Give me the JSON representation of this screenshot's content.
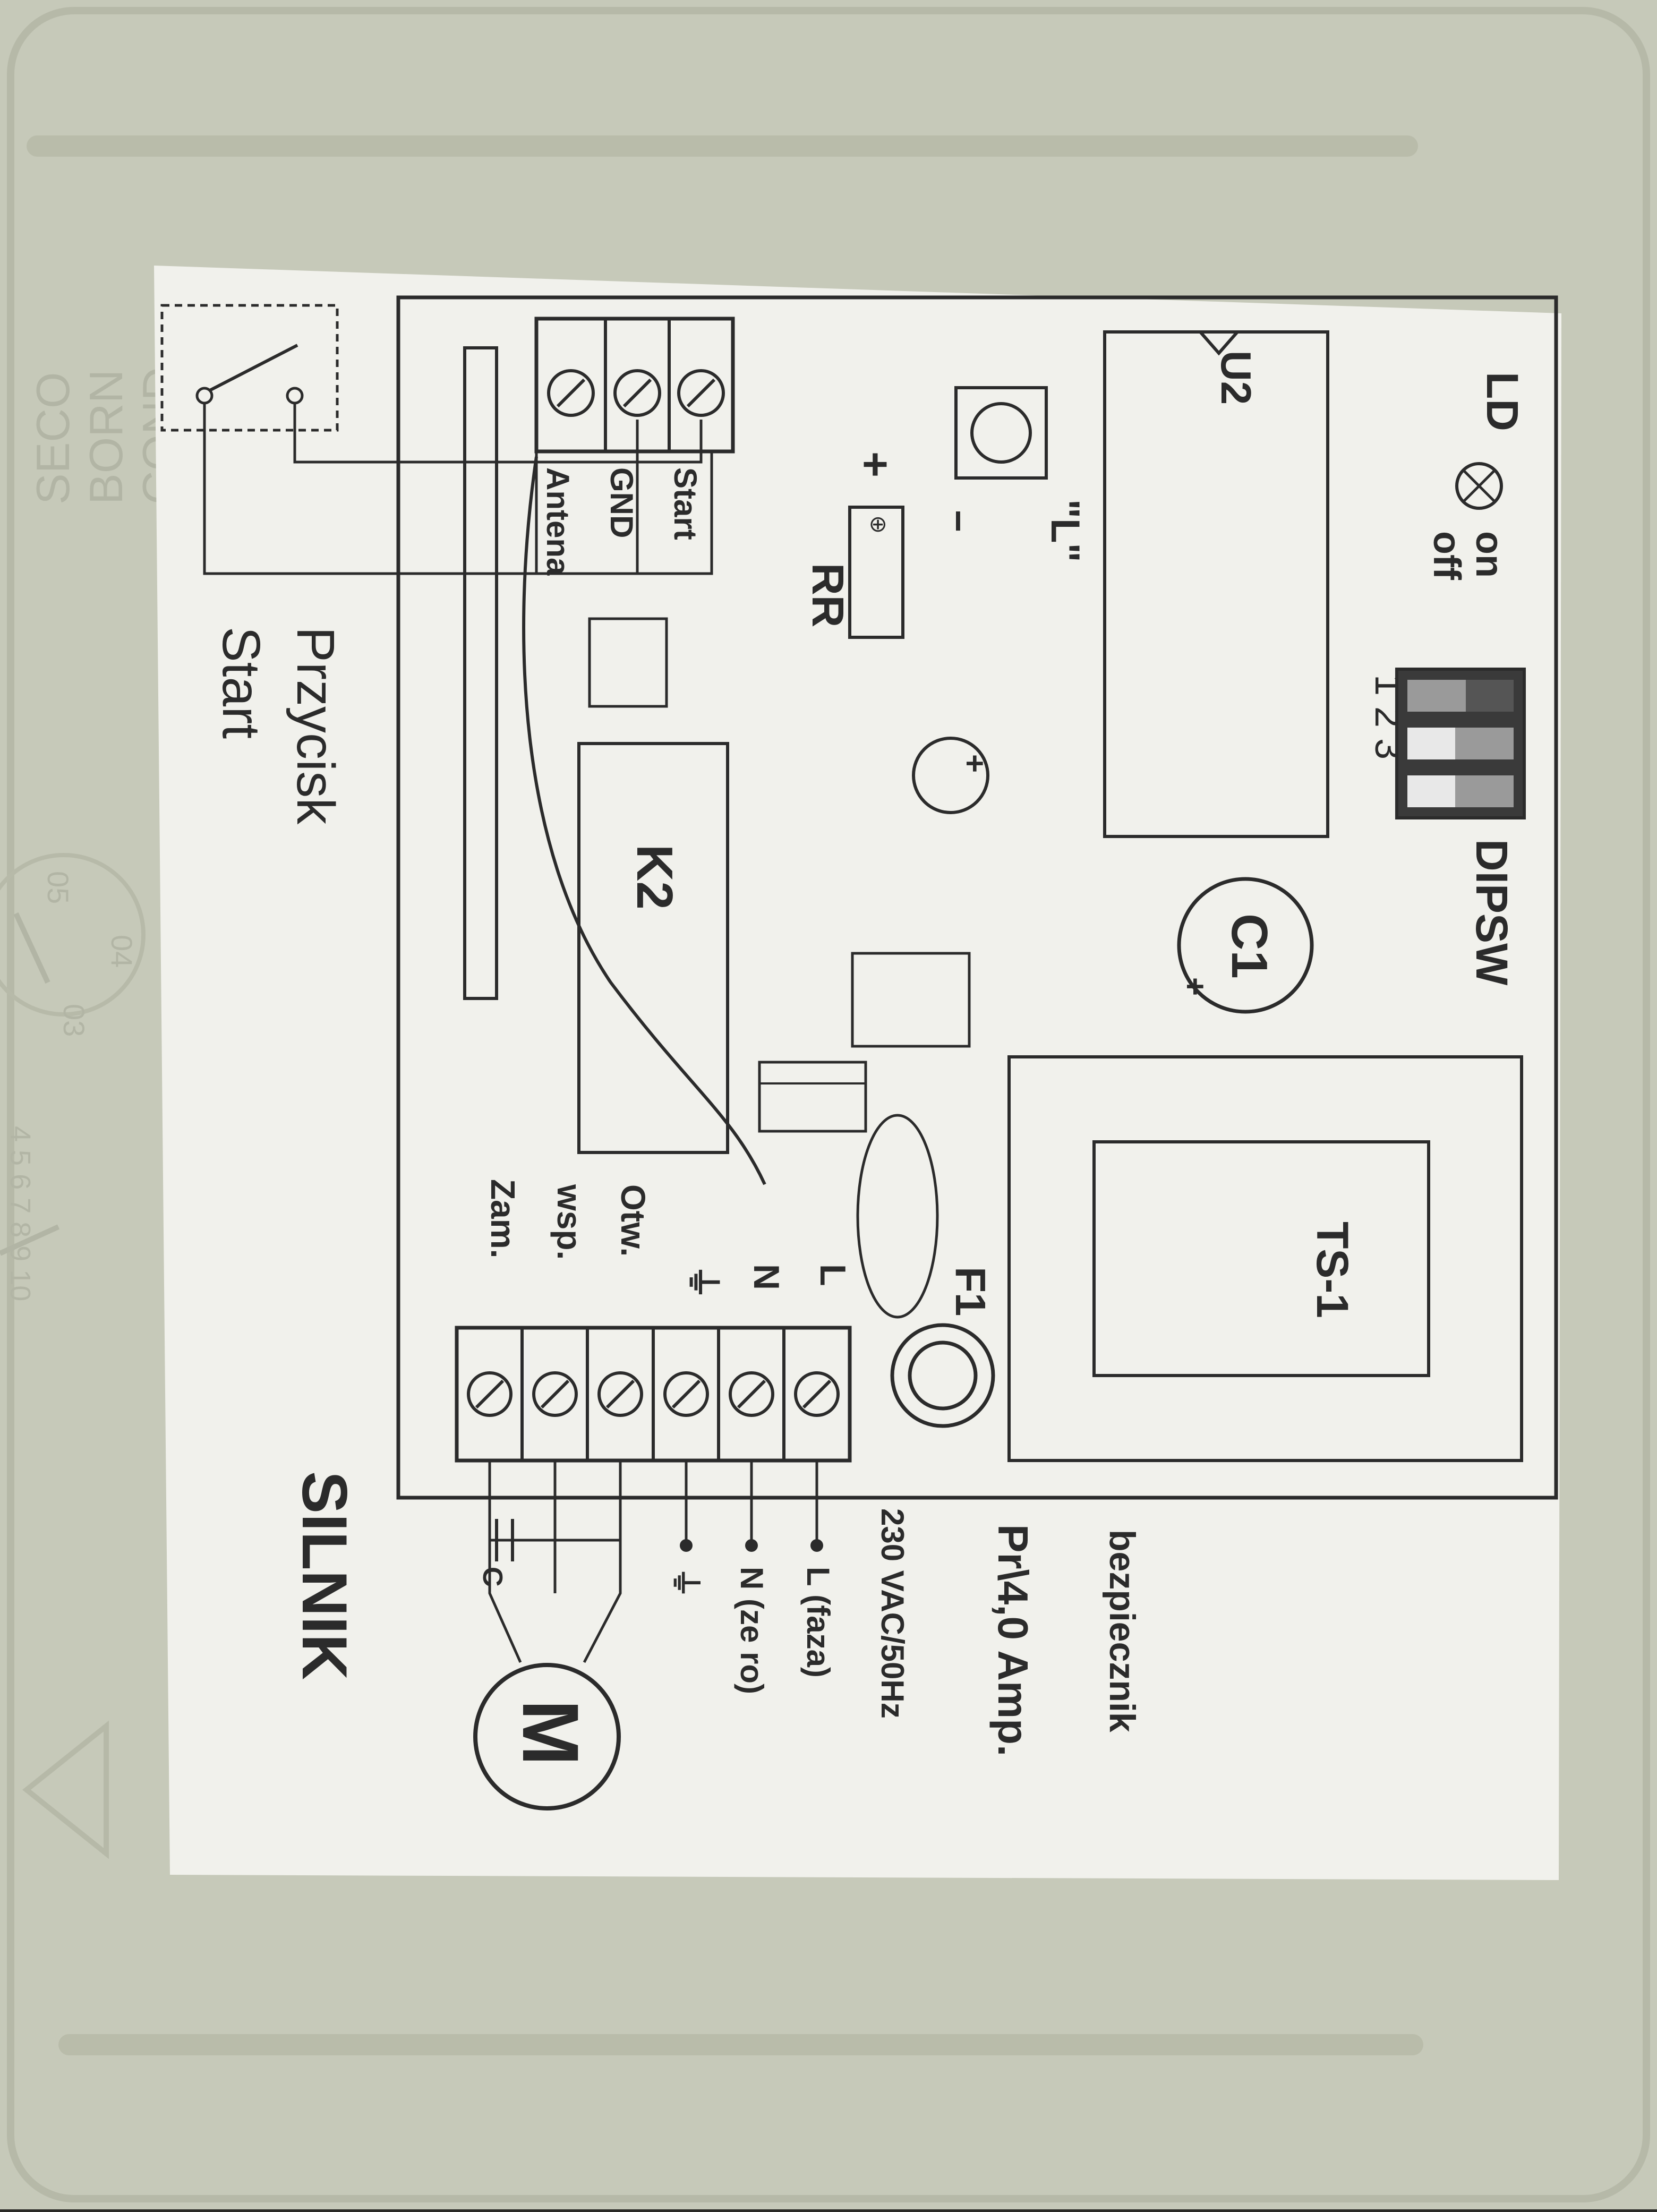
{
  "lid": {
    "embossed_text": [
      "SECO",
      "BORN",
      "COND"
    ],
    "dial_top": "05",
    "dial_mid": "04",
    "dial_low": "03",
    "dial_scale": "4 5 6 7 8 9 10"
  },
  "board": {
    "led_label": "LD",
    "dip_on": "on",
    "dip_off": "off",
    "dip_numbers": "1 2 3",
    "dip_label": "DIPSW",
    "u2_label": "U2",
    "jumper_label": "\"L\"",
    "plus_sign": "+",
    "minus_sign": "−",
    "rr_label": "RR",
    "c1_label": "C1",
    "c1_plus": "+",
    "k2_label": "K2",
    "ts1_label": "TS-1",
    "f1_label": "F1",
    "left_terminals": [
      "Start",
      "GND",
      "Antena"
    ],
    "right_terminals": [
      "L",
      "N",
      "⏚",
      "Otw.",
      "wsp.",
      "Zam."
    ]
  },
  "external": {
    "button_label_line1": "Przycisk",
    "button_label_line2": "Start",
    "motor_title": "SILNIK",
    "motor_symbol": "M",
    "capacitor_label": "C",
    "fuse_line1": "bezpiecznik",
    "fuse_line2": "Pr\\4,0 Amp.",
    "supply": "230 VAC/50Hz",
    "wire_l": "L (faza)",
    "wire_n": "N (ze ro)",
    "wire_earth": "⏚"
  },
  "colors": {
    "lid": "#c6c9b9",
    "paper": "#f1f1ec",
    "ink": "#2b2b2b"
  }
}
